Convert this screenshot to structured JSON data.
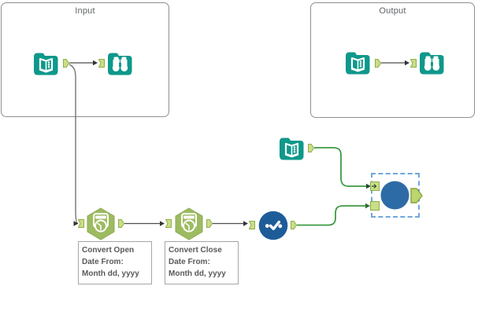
{
  "containers": [
    {
      "id": "input",
      "label": "Input"
    },
    {
      "id": "output",
      "label": "Output"
    }
  ],
  "annotations": [
    {
      "lines": [
        "Convert Open",
        "Date From:",
        "Month dd, yyyy"
      ]
    },
    {
      "lines": [
        "Convert Close",
        "Date From:",
        "Month dd, yyyy"
      ]
    }
  ],
  "icons": {
    "input_data": "open-book-folder-icon",
    "browse": "binoculars-icon",
    "datetime": "clock-hexagon-icon",
    "select": "checkmark-dots-circle-icon",
    "selected_tool": "blue-circle-tool"
  },
  "colors": {
    "tool_teal": "#0F988B",
    "hex_green": "#9DBB61",
    "anchor_fill": "#C9DE86",
    "anchor_border": "#8FAE4A",
    "select_navy": "#1E5C99",
    "selected_blue": "#2D6BA6",
    "selection_dash_blue": "#6FA8DC",
    "wire_gray": "#4D4D4D",
    "wire_green": "#3C9B43",
    "container_border_gray": "#8F8F8F",
    "annotation_text_gray": "#595959"
  }
}
